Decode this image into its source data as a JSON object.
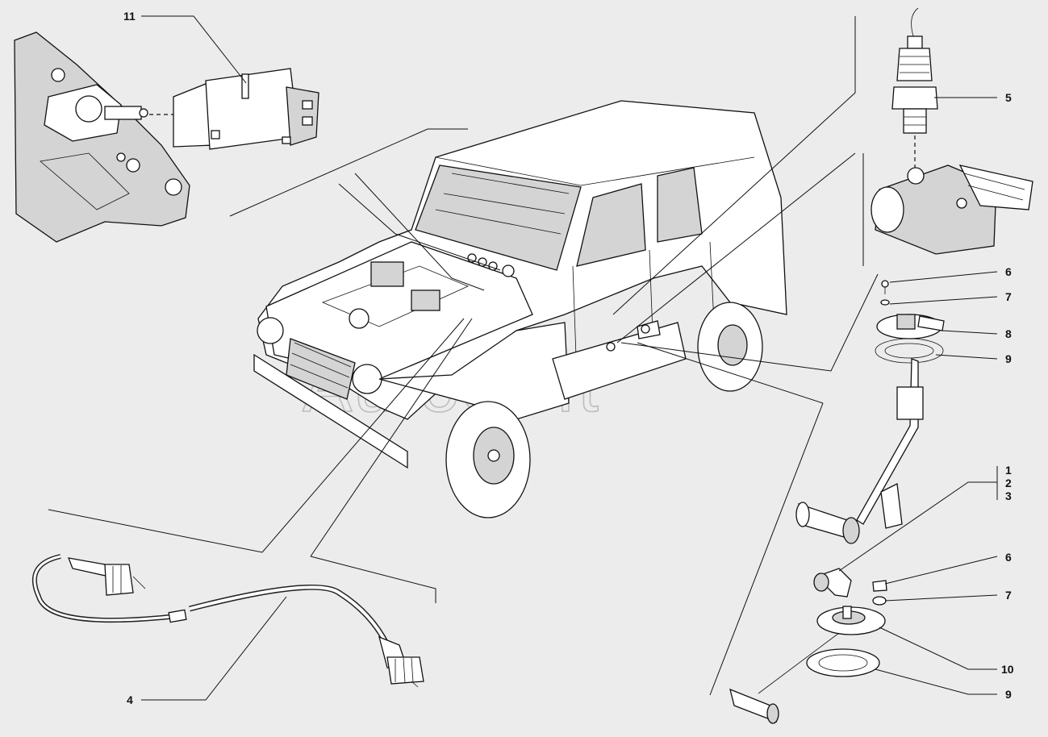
{
  "watermark": "AutoSoft",
  "callouts": {
    "c11": "11",
    "c5": "5",
    "c6a": "6",
    "c7a": "7",
    "c8": "8",
    "c9a": "9",
    "c1": "1",
    "c2": "2",
    "c3": "3",
    "c6b": "6",
    "c7b": "7",
    "c10": "10",
    "c9b": "9",
    "c4": "4"
  },
  "colors": {
    "background": "#ececec",
    "line": "#111111",
    "watermark": "#bdbdbd"
  }
}
